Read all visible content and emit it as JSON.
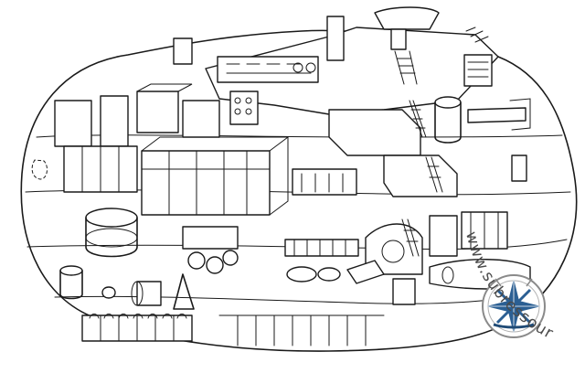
{
  "watermark": {
    "text": "www.subressources.net",
    "logo": "compass-rose-logo",
    "colors": {
      "rose": "#2b5f93",
      "ring": "#8a8a8a",
      "text": "#4a4a4a"
    }
  },
  "illustration": {
    "style": "black ink line drawing on white",
    "subject": "submarine-hull-cutaway"
  }
}
